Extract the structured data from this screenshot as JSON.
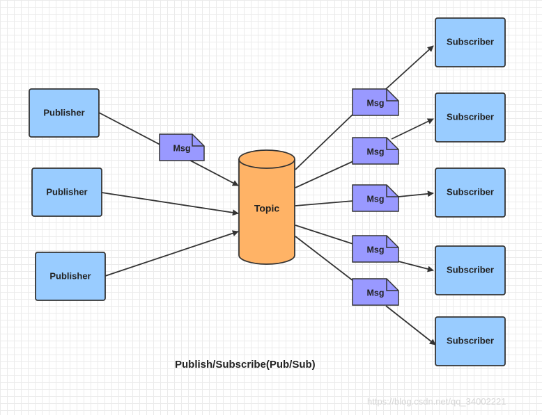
{
  "diagram": {
    "publishers": [
      {
        "label": "Publisher"
      },
      {
        "label": "Publisher"
      },
      {
        "label": "Publisher"
      }
    ],
    "topic": {
      "label": "Topic"
    },
    "subscribers": [
      {
        "label": "Subscriber"
      },
      {
        "label": "Subscriber"
      },
      {
        "label": "Subscriber"
      },
      {
        "label": "Subscriber"
      },
      {
        "label": "Subscriber"
      }
    ],
    "messages": [
      {
        "label": "Msg"
      },
      {
        "label": "Msg"
      },
      {
        "label": "Msg"
      },
      {
        "label": "Msg"
      },
      {
        "label": "Msg"
      },
      {
        "label": "Msg"
      }
    ],
    "caption": "Publish/Subscribe(Pub/Sub)",
    "watermark": "https://blog.csdn.net/qq_34002221",
    "colors": {
      "box_fill": "#99ccff",
      "msg_fill": "#9999ff",
      "topic_fill": "#ffb366",
      "stroke": "#333333"
    }
  }
}
